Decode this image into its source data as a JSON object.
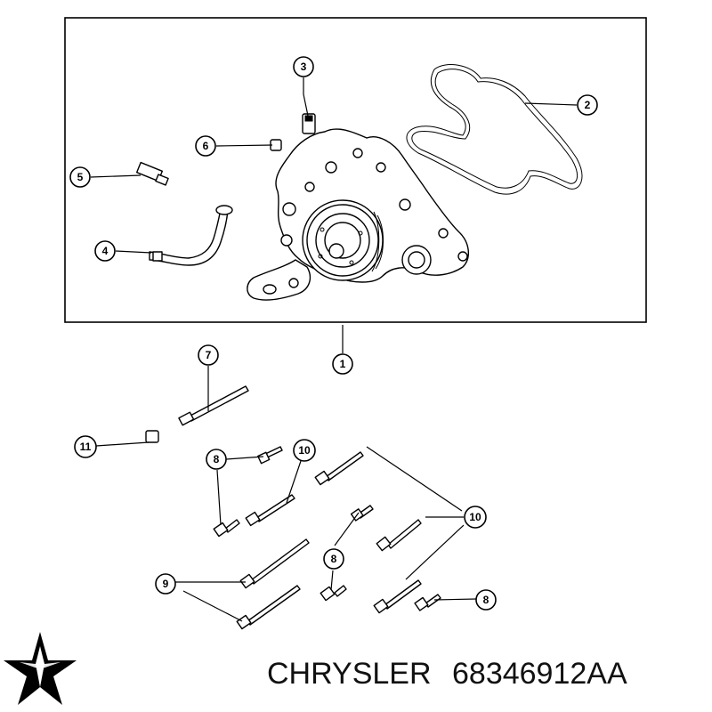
{
  "callouts": [
    {
      "id": "c1",
      "label": "1"
    },
    {
      "id": "c2",
      "label": "2"
    },
    {
      "id": "c3",
      "label": "3"
    },
    {
      "id": "c4",
      "label": "4"
    },
    {
      "id": "c5",
      "label": "5"
    },
    {
      "id": "c6",
      "label": "6"
    },
    {
      "id": "c7",
      "label": "7"
    },
    {
      "id": "c8a",
      "label": "8"
    },
    {
      "id": "c8b",
      "label": "8"
    },
    {
      "id": "c8c",
      "label": "8"
    },
    {
      "id": "c9",
      "label": "9"
    },
    {
      "id": "c10a",
      "label": "10"
    },
    {
      "id": "c10b",
      "label": "10"
    },
    {
      "id": "c11",
      "label": "11"
    }
  ],
  "caption": {
    "brand": "CHRYSLER",
    "part_number": "68346912AA"
  },
  "logo": {
    "icon": "pentastar-icon",
    "color": "#000000"
  }
}
